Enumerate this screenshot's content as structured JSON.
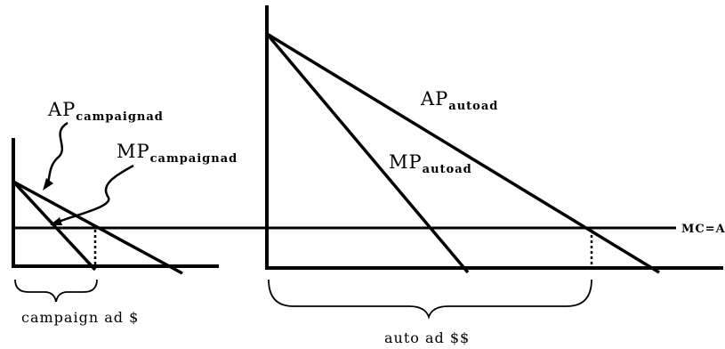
{
  "labels": {
    "ap_campaign_main": "AP",
    "ap_campaign_sub": "campaignad",
    "mp_campaign_main": "MP",
    "mp_campaign_sub": "campaignad",
    "ap_auto_main": "AP",
    "ap_auto_sub": "autoad",
    "mp_auto_main": "MP",
    "mp_auto_sub": "autoad",
    "mc_ac": "MC=AC",
    "campaign_axis": "campaign ad $",
    "auto_axis": "auto ad $$"
  }
}
